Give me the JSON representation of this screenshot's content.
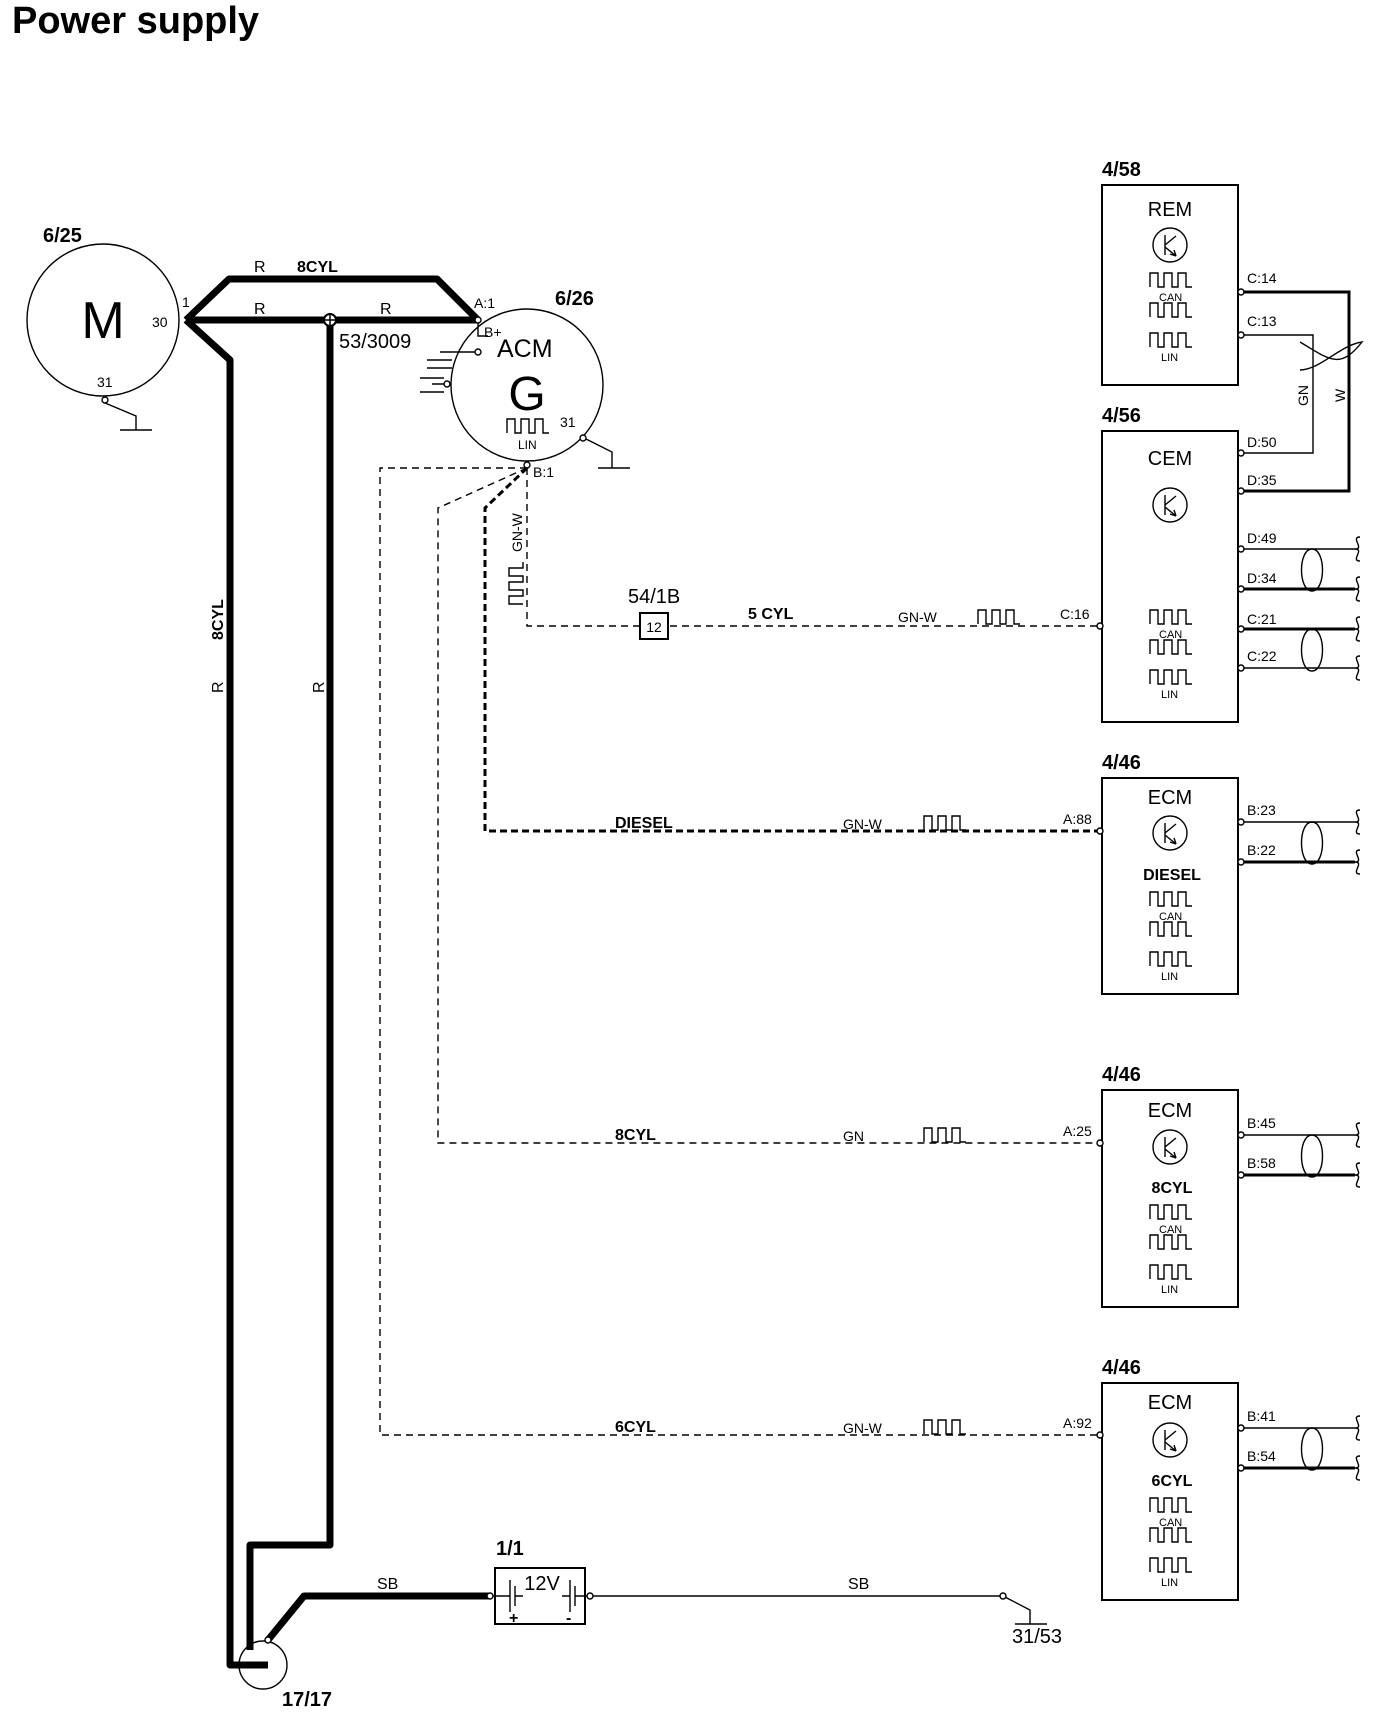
{
  "title": "Power supply",
  "starter": {
    "ref": "6/25",
    "symbol": "M",
    "pin_30": "30",
    "pin_1": "1",
    "pin_31": "31"
  },
  "alternator": {
    "ref": "6/26",
    "name": "ACM",
    "symbol": "G",
    "pin_a1": "A:1",
    "pin_bplus": "B+",
    "pin_31": "31",
    "pin_b1": "B:1",
    "bus": "LIN"
  },
  "splice": {
    "ref": "53/3009"
  },
  "connector": {
    "ref": "54/1B",
    "pin": "12"
  },
  "battery": {
    "ref": "1/1",
    "voltage": "12V",
    "plus": "+",
    "minus": "-"
  },
  "ground_point": {
    "ref": "31/53"
  },
  "ground_stud": {
    "ref": "17/17"
  },
  "wire_labels": {
    "r": "R",
    "r_top_8cyl": "8CYL",
    "vertical_8cyl": "8CYL",
    "sb": "SB",
    "gn_w": "GN-W",
    "gn": "GN",
    "w": "W",
    "variant_5cyl": "5 CYL",
    "variant_diesel": "DIESEL",
    "variant_8cyl": "8CYL",
    "variant_6cyl": "6CYL"
  },
  "modules": {
    "rem": {
      "ref": "4/58",
      "name": "REM",
      "pins": [
        "C:14",
        "C:13"
      ]
    },
    "cem": {
      "ref": "4/56",
      "name": "CEM",
      "pins": [
        "D:50",
        "D:35",
        "D:49",
        "D:34",
        "C:21",
        "C:22",
        "C:16"
      ]
    },
    "ecm_diesel": {
      "ref": "4/46",
      "name": "ECM",
      "variant": "DIESEL",
      "pins": [
        "B:23",
        "B:22",
        "A:88"
      ]
    },
    "ecm_8cyl": {
      "ref": "4/46",
      "name": "ECM",
      "variant": "8CYL",
      "pins": [
        "B:45",
        "B:58",
        "A:25"
      ]
    },
    "ecm_6cyl": {
      "ref": "4/46",
      "name": "ECM",
      "variant": "6CYL",
      "pins": [
        "B:41",
        "B:54",
        "A:92"
      ]
    }
  },
  "bus_labels": {
    "can": "CAN",
    "lin": "LIN"
  }
}
